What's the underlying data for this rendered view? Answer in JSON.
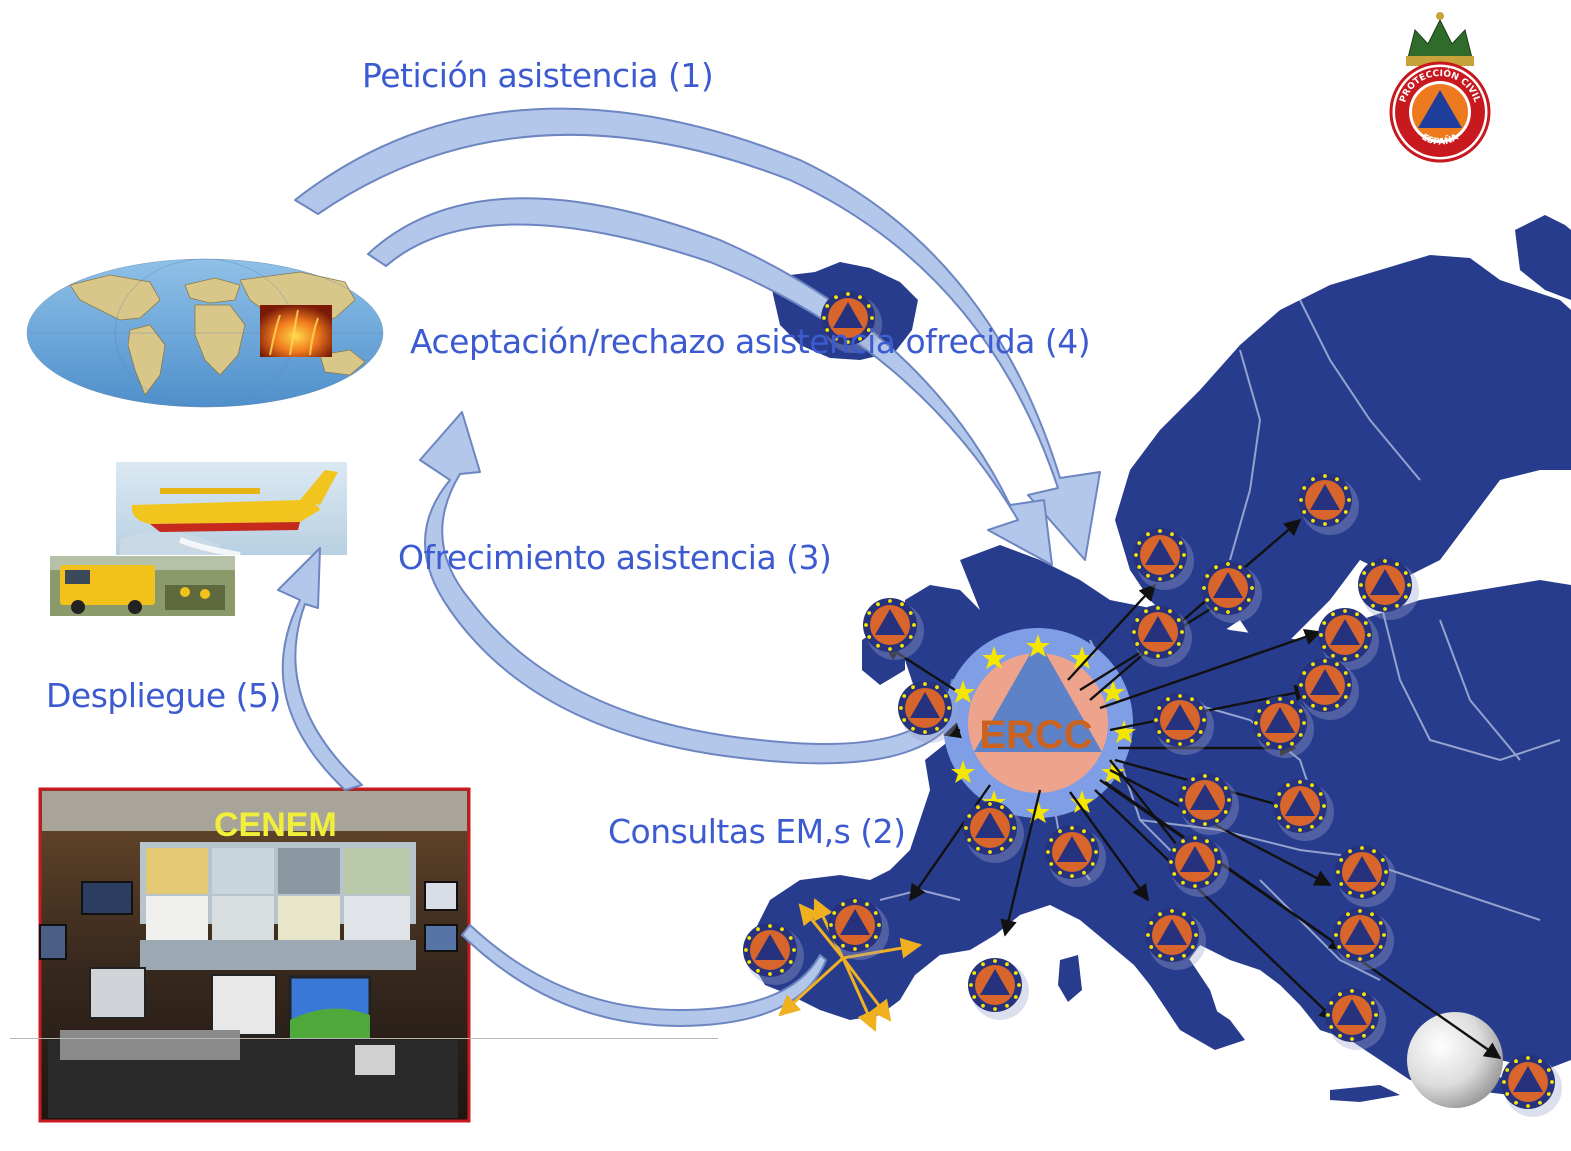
{
  "labels": {
    "request": "Petición asistencia (1)",
    "accept": "Aceptación/rechazo asistencia ofrecida (4)",
    "offer": "Ofrecimiento asistencia (3)",
    "deploy": "Despliegue (5)",
    "consult": "Consultas EM,s (2)"
  },
  "hub": {
    "label": "ERCC"
  },
  "control_room": {
    "label": "CENEM"
  },
  "logo": {
    "text_top": "PROTECCIÓN CIVIL",
    "text_bottom": "ESPAÑA"
  },
  "colors": {
    "label_blue": "#3c5bd0",
    "map_blue": "#283c8e",
    "arrow_fill": "#b3c7ea",
    "arrow_stroke": "#6d86c2",
    "node_orange": "#d8652c",
    "node_blue": "#26327e",
    "star_yellow": "#f5e600",
    "hub_salmon": "#eea48c",
    "hub_ring": "#7f9ee6",
    "deploy_arrows": "#f0b020",
    "cenem_frame": "#c8191f"
  },
  "nodes": [
    {
      "id": "iceland"
    },
    {
      "id": "ireland"
    },
    {
      "id": "uk"
    },
    {
      "id": "norway"
    },
    {
      "id": "sweden"
    },
    {
      "id": "finland"
    },
    {
      "id": "denmark"
    },
    {
      "id": "estonia"
    },
    {
      "id": "latvia"
    },
    {
      "id": "lithuania"
    },
    {
      "id": "poland"
    },
    {
      "id": "germany"
    },
    {
      "id": "czechia"
    },
    {
      "id": "slovakia"
    },
    {
      "id": "hungary"
    },
    {
      "id": "austria"
    },
    {
      "id": "romania"
    },
    {
      "id": "bulgaria"
    },
    {
      "id": "greece"
    },
    {
      "id": "cyprus"
    },
    {
      "id": "italy"
    },
    {
      "id": "slovenia"
    },
    {
      "id": "switzerland"
    },
    {
      "id": "france"
    },
    {
      "id": "spain"
    },
    {
      "id": "portugal"
    },
    {
      "id": "malta"
    }
  ]
}
